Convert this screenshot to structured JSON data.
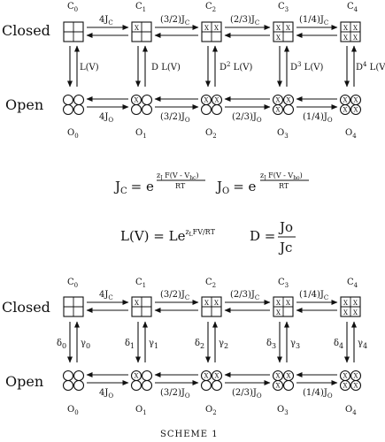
{
  "scheme": {
    "caption": "SCHEME 1",
    "row_labels": {
      "closed": "Closed",
      "open": "Open"
    },
    "top": {
      "closed_states": [
        "C0",
        "C1",
        "C2",
        "C3",
        "C4"
      ],
      "open_states": [
        "O0",
        "O1",
        "O2",
        "O3",
        "O4"
      ],
      "closed_rates": [
        {
          "coef": "4",
          "base": "J",
          "sub": "C"
        },
        {
          "coef": "(3/2)",
          "base": "J",
          "sub": "C"
        },
        {
          "coef": "(2/3)",
          "base": "J",
          "sub": "C"
        },
        {
          "coef": "(1/4)",
          "base": "J",
          "sub": "C"
        }
      ],
      "open_rates": [
        {
          "coef": "4",
          "base": "J",
          "sub": "O"
        },
        {
          "coef": "(3/2)",
          "base": "J",
          "sub": "O"
        },
        {
          "coef": "(2/3)",
          "base": "J",
          "sub": "O"
        },
        {
          "coef": "(1/4)",
          "base": "J",
          "sub": "O"
        }
      ],
      "vertical_rates": [
        {
          "pre": "",
          "sup": "",
          "post": "L(V)"
        },
        {
          "pre": "D",
          "sup": "",
          "post": " L(V)"
        },
        {
          "pre": "D",
          "sup": "2",
          "post": " L(V)"
        },
        {
          "pre": "D",
          "sup": "3",
          "post": " L(V)"
        },
        {
          "pre": "D",
          "sup": "4",
          "post": " L(V)"
        }
      ]
    },
    "equations": {
      "jc": {
        "lhs": "J",
        "lhs_sub": "C",
        "eq": "= e",
        "exp_num": "z",
        "exp_num_sub": "J",
        "exp_num_rest": " F(V - V",
        "exp_num_sub2": "hc",
        "exp_num_end": ")",
        "exp_den": "RT"
      },
      "jo": {
        "lhs": "J",
        "lhs_sub": "O",
        "eq": "= e",
        "exp_num": "z",
        "exp_num_sub": "J",
        "exp_num_rest": " F(V - V",
        "exp_num_sub2": "ho",
        "exp_num_end": ")",
        "exp_den": "RT"
      },
      "lv": {
        "lhs": "L(V) = Le",
        "sup": "z",
        "sup_sub": "L",
        "sup_rest": "FV/RT"
      },
      "d": {
        "lhs": "D =",
        "num": "Jo",
        "den": "Jc"
      }
    },
    "bottom": {
      "closed_states": [
        "C0",
        "C1",
        "C2",
        "C3",
        "C4"
      ],
      "open_states": [
        "O0",
        "O1",
        "O2",
        "O3",
        "O4"
      ],
      "closed_rates": [
        {
          "coef": "4",
          "base": "J",
          "sub": "C"
        },
        {
          "coef": "(3/2)",
          "base": "J",
          "sub": "C"
        },
        {
          "coef": "(2/3)",
          "base": "J",
          "sub": "C"
        },
        {
          "coef": "(1/4)",
          "base": "J",
          "sub": "C"
        }
      ],
      "open_rates": [
        {
          "coef": "4",
          "base": "J",
          "sub": "O"
        },
        {
          "coef": "(3/2)",
          "base": "J",
          "sub": "O"
        },
        {
          "coef": "(2/3)",
          "base": "J",
          "sub": "O"
        },
        {
          "coef": "(1/4)",
          "base": "J",
          "sub": "O"
        }
      ],
      "delta_rates": [
        "δ0",
        "δ1",
        "δ2",
        "δ3",
        "δ4"
      ],
      "gamma_rates": [
        "γ0",
        "γ1",
        "γ2",
        "γ3",
        "γ4"
      ]
    },
    "x_mark": "X"
  }
}
